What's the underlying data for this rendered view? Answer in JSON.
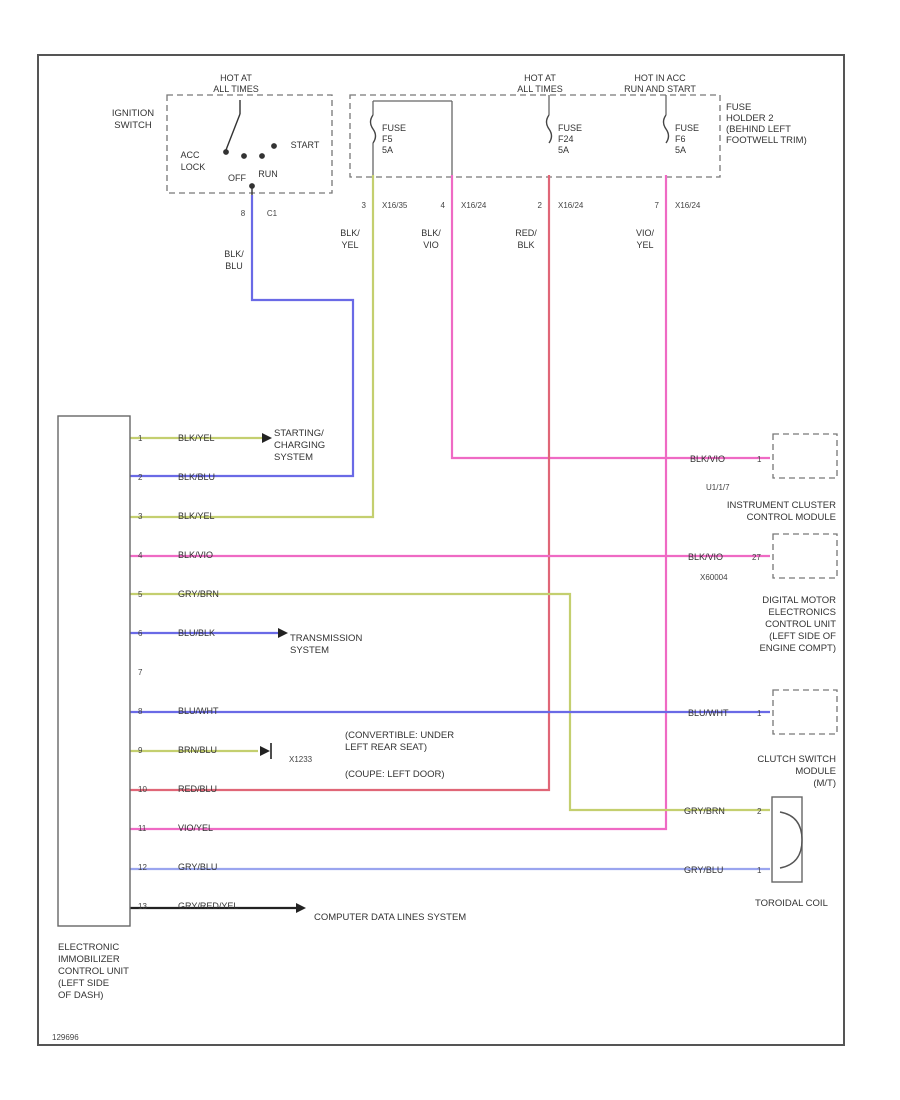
{
  "colors": {
    "blue": "#6a6ae6",
    "yellow": "#c4cf6f",
    "pink": "#ef6ac4",
    "red": "#e06677",
    "gray": "#999999",
    "black": "#222222",
    "lightblue": "#9aa5ef"
  },
  "ignition_switch": {
    "label_l1": "IGNITION",
    "label_l2": "SWITCH",
    "hot_l1": "HOT AT",
    "hot_l2": "ALL TIMES",
    "acc": "ACC",
    "lock": "LOCK",
    "off": "OFF",
    "run": "RUN",
    "start": "START",
    "pin": "8",
    "conn": "C1"
  },
  "fuse_holder": {
    "hot2_l1": "HOT AT",
    "hot2_l2": "ALL TIMES",
    "hot3_l1": "HOT IN ACC",
    "hot3_l2": "RUN AND START",
    "label_l1": "FUSE",
    "label_l2": "HOLDER 2",
    "label_l3": "(BEHIND LEFT",
    "label_l4": "FOOTWELL TRIM)",
    "fuses": [
      {
        "l1": "FUSE",
        "l2": "F5",
        "l3": "5A"
      },
      {
        "l1": "FUSE",
        "l2": "F24",
        "l3": "5A"
      },
      {
        "l1": "FUSE",
        "l2": "F6",
        "l3": "5A"
      }
    ],
    "pins": [
      {
        "num": "3",
        "conn": "X16/35"
      },
      {
        "num": "4",
        "conn": "X16/24"
      },
      {
        "num": "2",
        "conn": "X16/24"
      },
      {
        "num": "7",
        "conn": "X16/24"
      }
    ]
  },
  "vertical_wire_labels": [
    {
      "l1": "BLK/",
      "l2": "BLU"
    },
    {
      "l1": "BLK/",
      "l2": "YEL"
    },
    {
      "l1": "BLK/",
      "l2": "VIO"
    },
    {
      "l1": "RED/",
      "l2": "BLK"
    },
    {
      "l1": "VIO/",
      "l2": "YEL"
    }
  ],
  "ecu": {
    "label_l1": "ELECTRONIC",
    "label_l2": "IMMOBILIZER",
    "label_l3": "CONTROL UNIT",
    "label_l4": "(LEFT SIDE",
    "label_l5": "OF DASH)"
  },
  "ecu_wires": [
    {
      "pin": "1",
      "color_label": "BLK/YEL"
    },
    {
      "pin": "2",
      "color_label": "BLK/BLU"
    },
    {
      "pin": "3",
      "color_label": "BLK/YEL"
    },
    {
      "pin": "4",
      "color_label": "BLK/VIO"
    },
    {
      "pin": "5",
      "color_label": "GRY/BRN"
    },
    {
      "pin": "6",
      "color_label": "BLU/BLK"
    },
    {
      "pin": "7",
      "color_label": ""
    },
    {
      "pin": "8",
      "color_label": "BLU/WHT"
    },
    {
      "pin": "9",
      "color_label": "BRN/BLU"
    },
    {
      "pin": "10",
      "color_label": "RED/BLU"
    },
    {
      "pin": "11",
      "color_label": "VIO/YEL"
    },
    {
      "pin": "12",
      "color_label": "GRY/BLU"
    },
    {
      "pin": "13",
      "color_label": "GRY/RED/YEL"
    }
  ],
  "destinations": {
    "starting_l1": "STARTING/",
    "starting_l2": "CHARGING",
    "starting_l3": "SYSTEM",
    "trans_l1": "TRANSMISSION",
    "trans_l2": "SYSTEM",
    "ground_l1": "(CONVERTIBLE: UNDER",
    "ground_l2": "LEFT REAR SEAT)",
    "ground_l3": "(COUPE: LEFT DOOR)",
    "ground_id": "X1233",
    "computer_data": "COMPUTER DATA LINES SYSTEM"
  },
  "right_components": {
    "cluster_wire": "BLK/VIO",
    "cluster_pin": "1",
    "cluster_conn": "U1/1/7",
    "cluster_l1": "INSTRUMENT CLUSTER",
    "cluster_l2": "CONTROL MODULE",
    "dme_wire": "BLK/VIO",
    "dme_pin": "27",
    "dme_conn": "X60004",
    "dme_l1": "DIGITAL MOTOR",
    "dme_l2": "ELECTRONICS",
    "dme_l3": "CONTROL UNIT",
    "dme_l4": "(LEFT SIDE OF",
    "dme_l5": "ENGINE COMPT)",
    "clutch_wire": "BLU/WHT",
    "clutch_pin": "1",
    "clutch_l1": "CLUTCH SWITCH",
    "clutch_l2": "MODULE",
    "clutch_l3": "(M/T)",
    "coil_wire1": "GRY/BRN",
    "coil_pin1": "2",
    "coil_wire2": "GRY/BLU",
    "coil_pin2": "1",
    "coil_label": "TOROIDAL COIL"
  },
  "footer": {
    "code": "129696"
  }
}
